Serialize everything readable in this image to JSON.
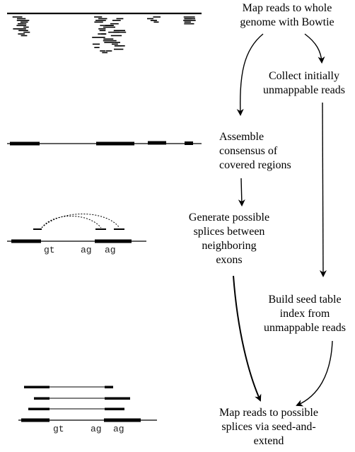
{
  "steps": {
    "map_whole_genome": [
      "Map reads to whole",
      "genome with Bowtie"
    ],
    "collect_unmappable": [
      "Collect initially",
      "unmappable reads"
    ],
    "assemble_consensus": [
      "Assemble",
      "consensus of",
      "covered regions"
    ],
    "generate_splices": [
      "Generate possible",
      "splices between",
      "neighboring",
      "exons"
    ],
    "build_seed_table": [
      "Build seed table",
      "index from",
      "unmappable reads"
    ],
    "map_to_splices": [
      "Map reads to possible",
      "splices via seed-and-",
      "extend"
    ]
  },
  "junction_motifs": {
    "donor": "gt",
    "acceptor_1": "ag",
    "acceptor_2": "ag"
  },
  "colors": {
    "ink": "#000000",
    "background": "#ffffff"
  }
}
